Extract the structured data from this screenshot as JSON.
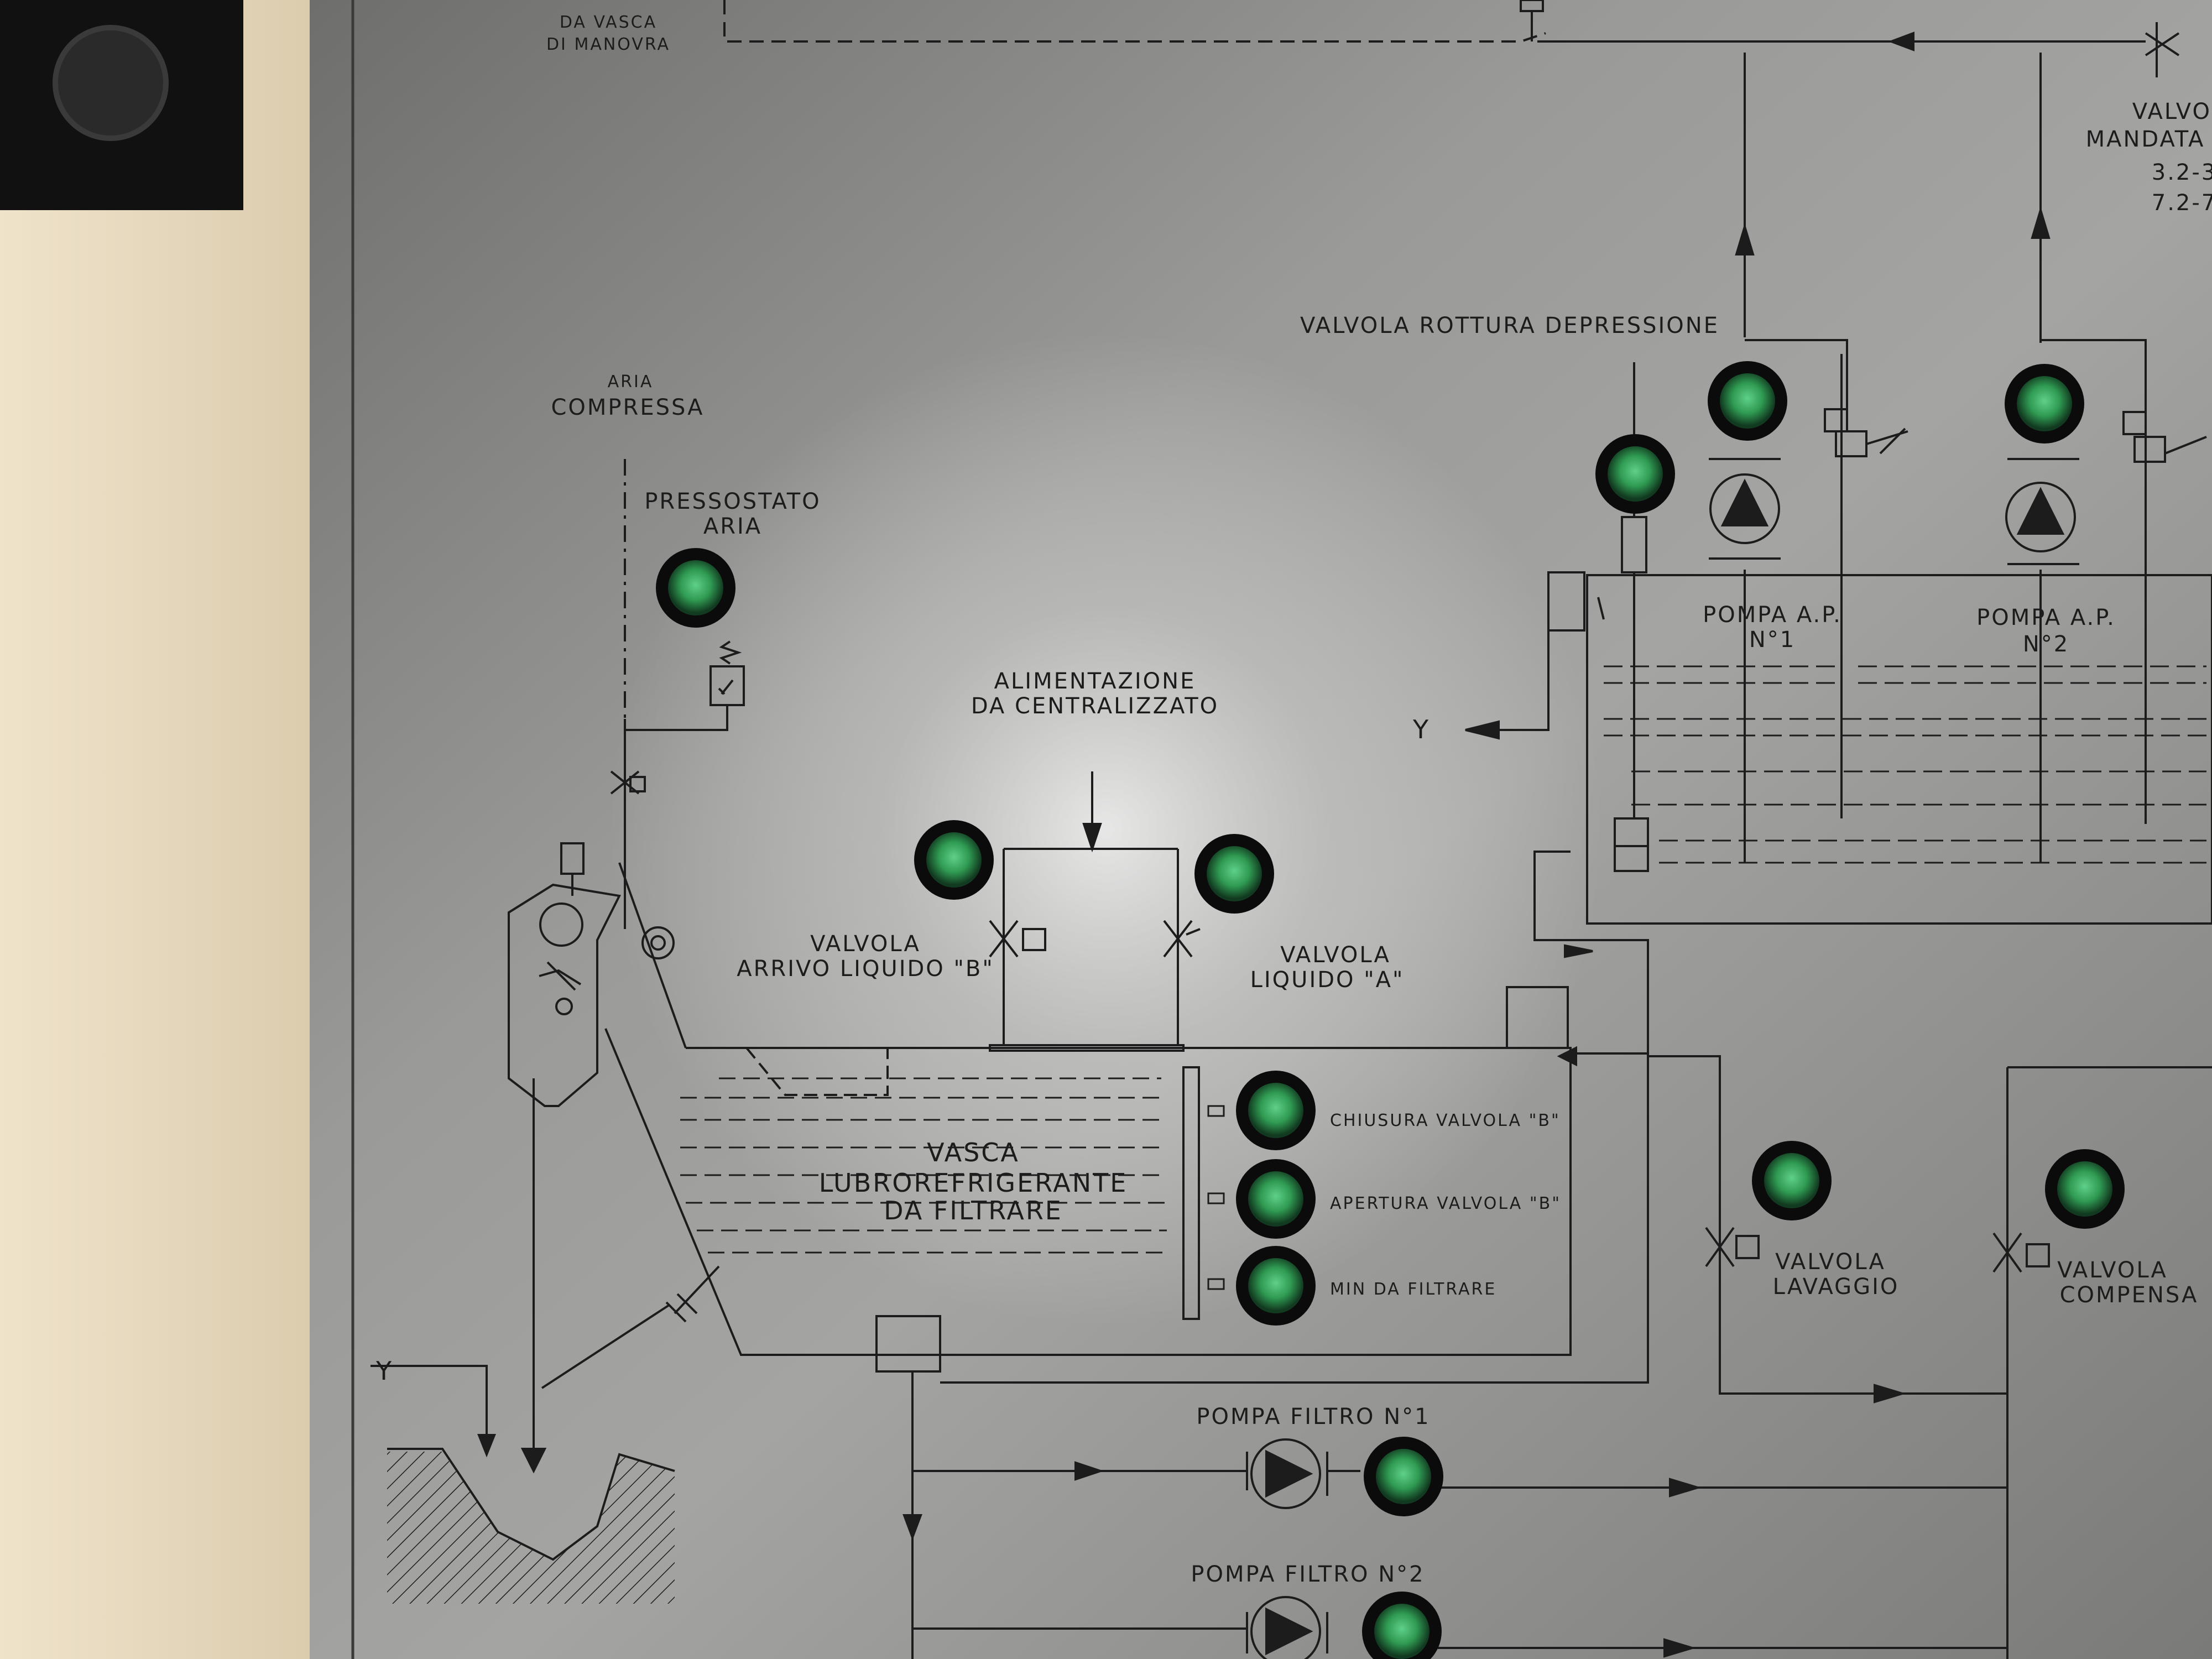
{
  "colors": {
    "wall": "#e9dcc1",
    "panel": "#8a8a88",
    "panel_light": "#c6c6c4",
    "ink": "#1c1c1c",
    "indicator_green": "#2f9a52",
    "indicator_rim": "#0b0b0b"
  },
  "labels": {
    "da_vasca_1": "DA VASCA",
    "da_vasca_2": "DI MANOVRA",
    "aria_1": "ARIA",
    "aria_2": "COMPRESSA",
    "pressostato_1": "PRESSOSTATO",
    "pressostato_2": "ARIA",
    "alimentazione_1": "ALIMENTAZIONE",
    "alimentazione_2": "DA CENTRALIZZATO",
    "valvola_rottura": "VALVOLA ROTTURA DEPRESSIONE",
    "pompa_ap1_1": "POMPA A.P.",
    "pompa_ap1_2": "N°1",
    "pompa_ap2_1": "POMPA A.P.",
    "pompa_ap2_2": "N°2",
    "valvola_b_1": "VALVOLA",
    "valvola_b_2": "ARRIVO LIQUIDO \"B\"",
    "valvola_a_1": "VALVOLA",
    "valvola_a_2": "LIQUIDO \"A\"",
    "vasca_1": "VASCA",
    "vasca_2": "LUBROREFRIGERANTE",
    "vasca_3": "DA FILTRARE",
    "chiusura": "CHIUSURA VALVOLA \"B\"",
    "apertura": "APERTURA VALVOLA \"B\"",
    "min_filtrare": "MIN DA FILTRARE",
    "valvola_lavaggio_1": "VALVOLA",
    "valvola_lavaggio_2": "LAVAGGIO",
    "valvola_comp_1": "VALVOLA",
    "valvola_comp_2": "COMPENSA",
    "valvola_mandata_1": "VALVOL",
    "valvola_mandata_2": "MANDATA L",
    "valvola_mandata_3": "3.2-3",
    "valvola_mandata_4": "7.2-7",
    "pompa_filtro_1": "POMPA FILTRO N°1",
    "pompa_filtro_2": "POMPA FILTRO N°2",
    "y_left": "Y",
    "y_right": "Y"
  }
}
